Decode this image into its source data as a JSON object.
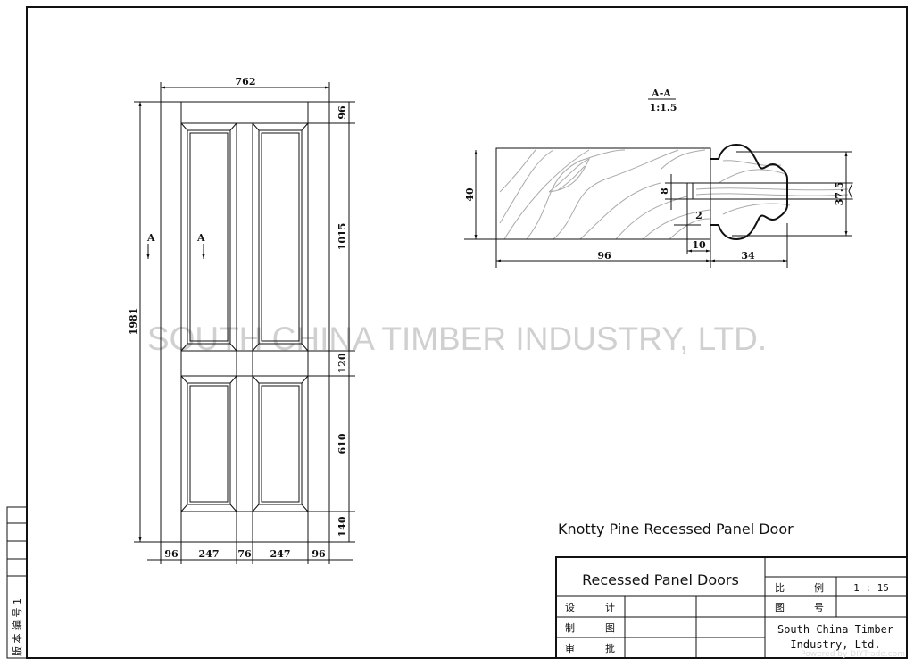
{
  "door": {
    "overall_width": "762",
    "overall_height": "1981",
    "section_marker": "A",
    "right_dims": [
      "96",
      "1015",
      "120",
      "610",
      "140"
    ],
    "bottom_dims": [
      "96",
      "247",
      "76",
      "247",
      "96"
    ]
  },
  "section": {
    "title": "A-A",
    "scale": "1:1.5",
    "dims": {
      "thickness": "40",
      "groove": "8",
      "gap": "2",
      "depth": "10",
      "stile": "96",
      "profile": "34",
      "panel": "37.5"
    }
  },
  "watermark": "SOUTH CHINA TIMBER INDUSTRY, LTD.",
  "drawing_title": "Knotty Pine Recessed Panel Door",
  "title_block": {
    "name": "Recessed Panel Doors",
    "scale_label": [
      "比",
      "例"
    ],
    "scale_value": "1 : 15",
    "drawing_no_label": [
      "图",
      "号"
    ],
    "design_label": [
      "设",
      "计"
    ],
    "draft_label": [
      "制",
      "图"
    ],
    "approve_label": [
      "审",
      "批"
    ],
    "company_line1": "South China Timber",
    "company_line2": "Industry, Ltd.",
    "powered_by": "Powered by DIYTrade.com"
  },
  "side_strip": {
    "version_label": "版 本 编 号 1"
  }
}
